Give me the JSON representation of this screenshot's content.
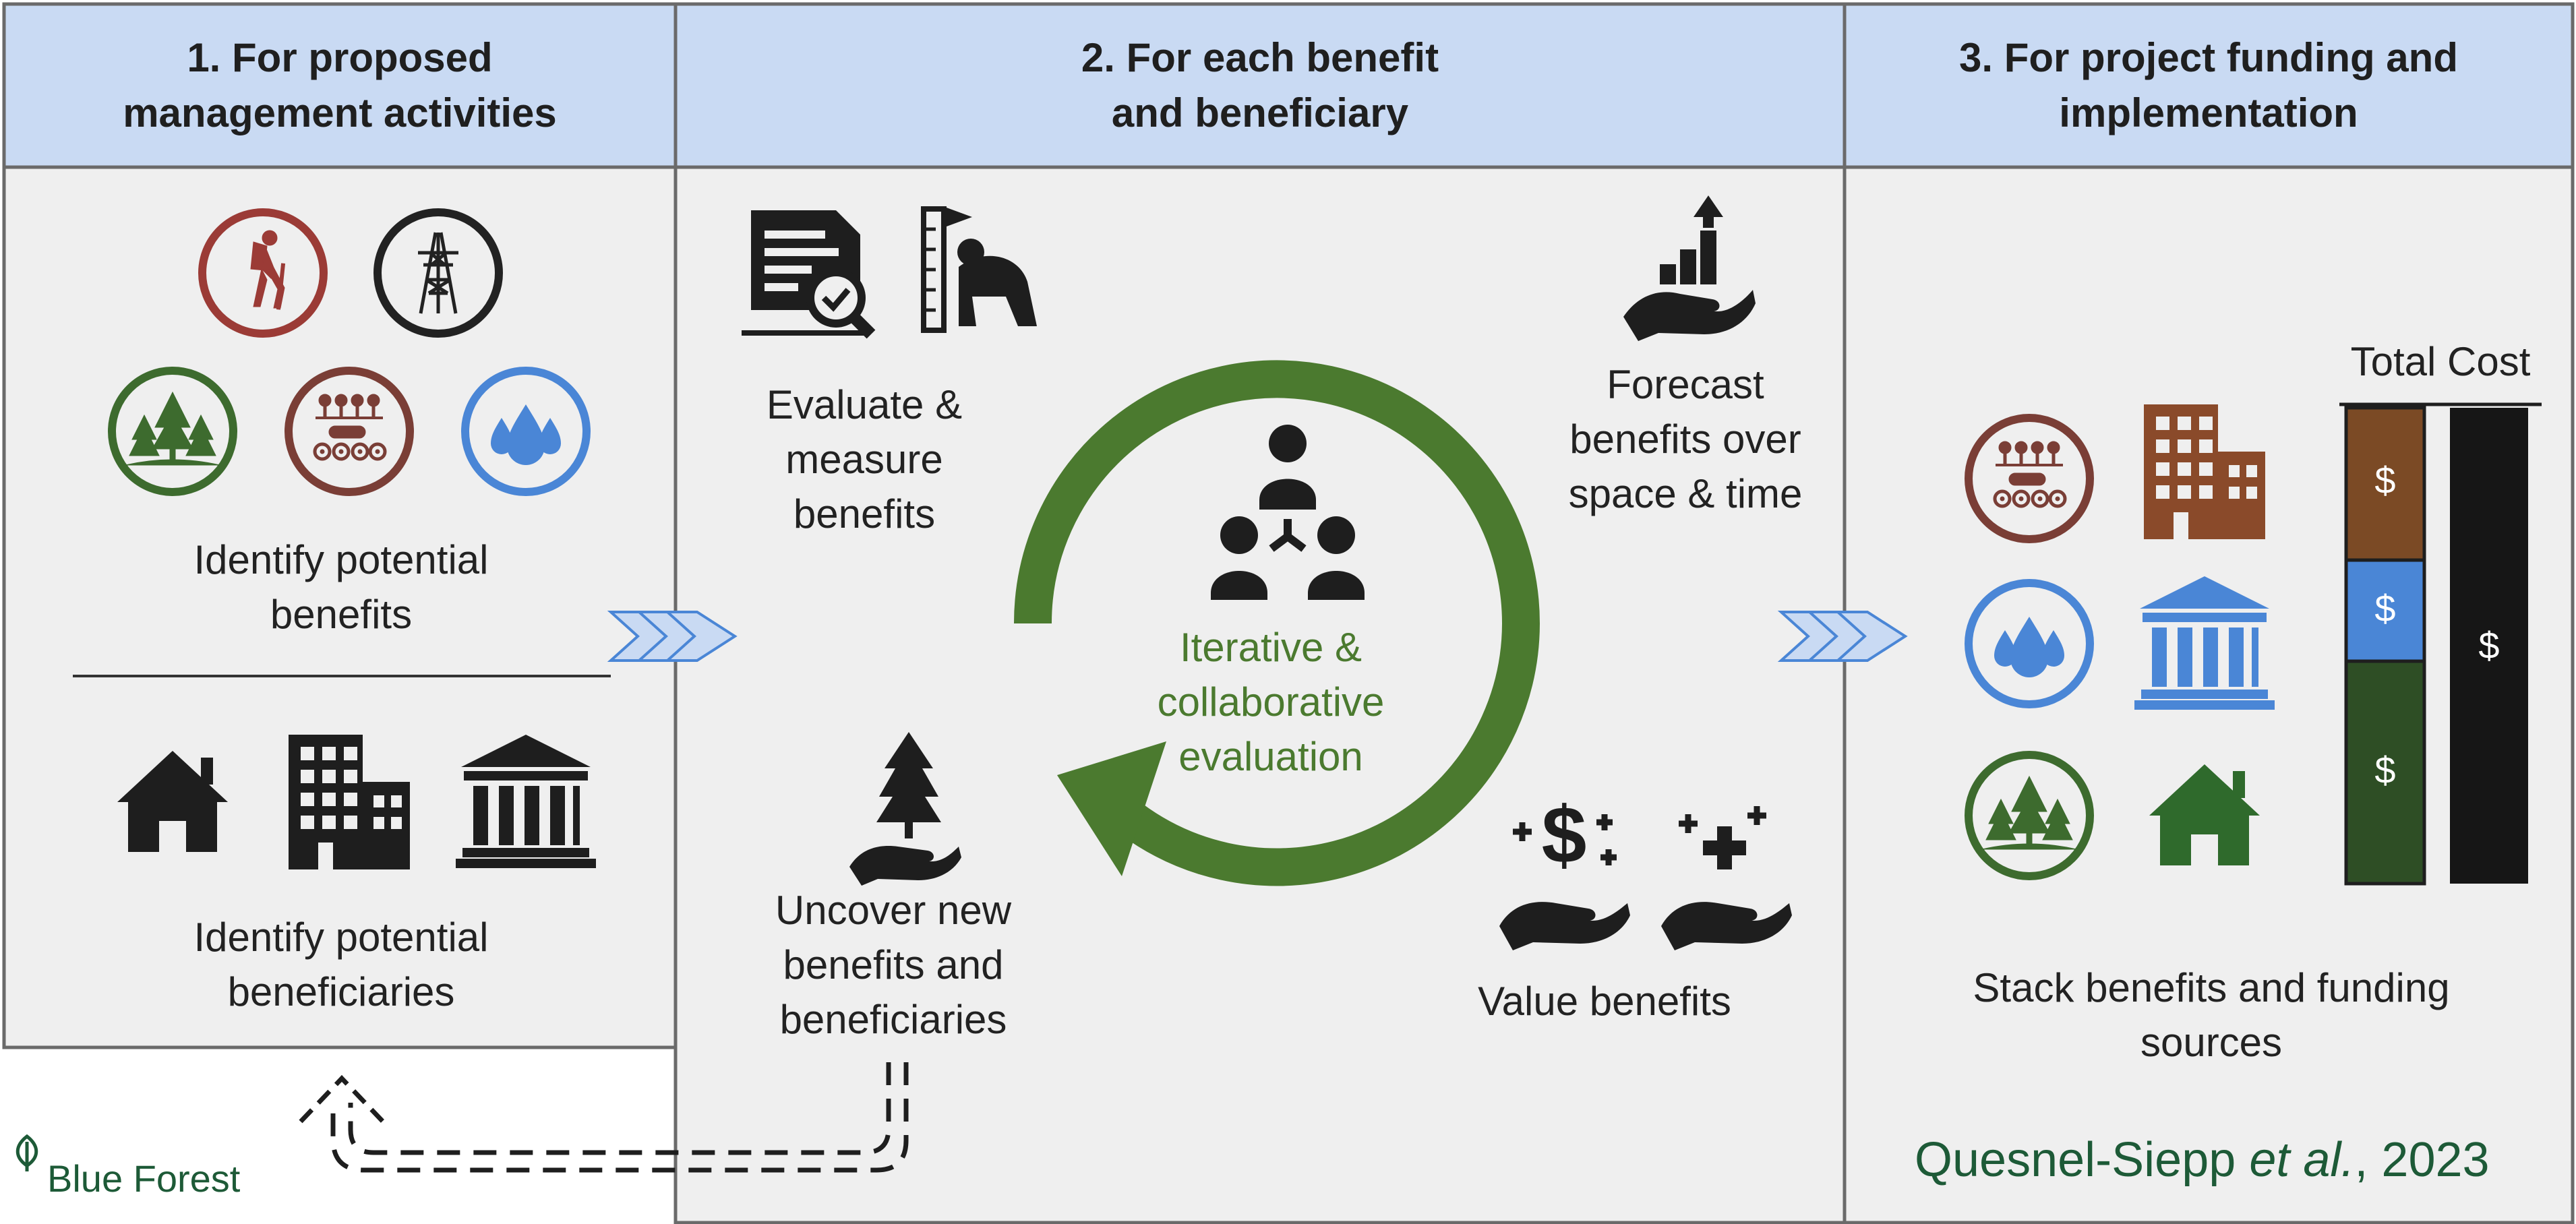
{
  "columns": [
    {
      "header_line1": "1. For proposed",
      "header_line2": "management activities"
    },
    {
      "header_line1": "2. For each benefit",
      "header_line2": "and beneficiary"
    },
    {
      "header_line1": "3. For project funding and",
      "header_line2": "implementation"
    }
  ],
  "panel1": {
    "benefits_line1": "Identify potential",
    "benefits_line2": "benefits",
    "beneficiaries_line1": "Identify potential",
    "beneficiaries_line2": "beneficiaries",
    "icons": [
      "hiker-icon",
      "power-tower-icon",
      "forest-icon",
      "timber-icon",
      "water-drops-icon",
      "house-icon",
      "office-building-icon",
      "government-building-icon"
    ]
  },
  "panel2": {
    "evaluate_line1": "Evaluate &",
    "evaluate_line2": "measure",
    "evaluate_line3": "benefits",
    "forecast_line1": "Forecast",
    "forecast_line2": "benefits over",
    "forecast_line3": "space & time",
    "center_line1": "Iterative &",
    "center_line2": "collaborative",
    "center_line3": "evaluation",
    "uncover_line1": "Uncover new",
    "uncover_line2": "benefits and",
    "uncover_line3": "beneficiaries",
    "value_label": "Value benefits",
    "icons": [
      "document-search-icon",
      "measure-person-icon",
      "growth-hand-icon",
      "team-icon",
      "tree-in-hand-icon",
      "money-hand-icon",
      "plus-hand-icon"
    ]
  },
  "panel3": {
    "total_cost_label": "Total Cost",
    "bar_segment_symbol": "$",
    "stack_line1": "Stack benefits and funding",
    "stack_line2": "sources",
    "icons": [
      "timber-icon",
      "office-building-icon",
      "water-drops-icon",
      "government-building-icon",
      "forest-icon",
      "house-icon"
    ]
  },
  "citation": {
    "authors": "Quesnel-Siepp ",
    "etal": "et al.",
    "year": ", 2023"
  },
  "brand": {
    "name": "Blue Forest"
  },
  "colors": {
    "header_bg": "#c9daf3",
    "panel_bg": "#efefef",
    "border": "#6a6a6a",
    "cycle_green": "#4b7a2f",
    "icon_red": "#9b3b36",
    "icon_brown": "#7a3e36",
    "icon_blue": "#4a86d6",
    "icon_green": "#3d6b2e",
    "bar_brown": "#7b4a25",
    "bar_blue": "#4a86d6",
    "bar_green": "#2e4e25",
    "bar_black": "#161616",
    "brand_green": "#1d5a37"
  }
}
